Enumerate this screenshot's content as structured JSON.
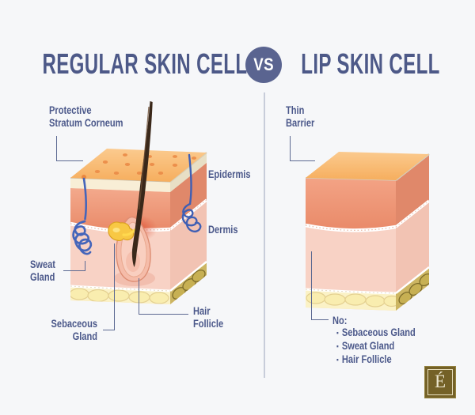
{
  "palette": {
    "bg": "#f6f7f9",
    "title_text": "#4d5988",
    "label_text": "#4b588a",
    "connector": "#5c6992",
    "divider": "#c8cdda",
    "vs_bg": "#5a6490",
    "vs_text": "#ffffff",
    "logo_bg": "#746127",
    "logo_border": "#e9e0bf",
    "logo_letter": "#ece6cf",
    "top_face_orange": "#f8ba6c",
    "pore_orange": "#eb8c48",
    "stratum_cream": "#f8eed6",
    "epidermis_salmon": "#ee9779",
    "dermis_pink": "#f8d2c5",
    "fat_cream": "#fbf2c6",
    "fat_side_olive": "#ccb562",
    "sweat_blue": "#4565ba",
    "hair_brown": "#3a281a",
    "follicle_pink": "#f5bca9",
    "sebaceous_yellow": "#f8c844"
  },
  "header": {
    "title_left": "REGULAR SKIN CELL",
    "vs": "VS",
    "title_right": "LIP SKIN CELL"
  },
  "left_panel": {
    "labels": {
      "protective": {
        "line1": "Protective",
        "line2": "Stratum Corneum"
      },
      "epidermis": "Epidermis",
      "dermis": "Dermis",
      "sweat": {
        "line1": "Sweat",
        "line2": "Gland"
      },
      "sebaceous": {
        "line1": "Sebaceous",
        "line2": "Gland"
      },
      "hair": {
        "line1": "Hair",
        "line2": "Follicle"
      }
    }
  },
  "right_panel": {
    "labels": {
      "thin_barrier": {
        "line1": "Thin",
        "line2": "Barrier"
      },
      "no_heading": "No:",
      "bullet": "▪",
      "no_items": [
        "Sebaceous Gland",
        "Sweat Gland",
        "Hair Follicle"
      ]
    }
  },
  "logo": {
    "letter": "É"
  }
}
